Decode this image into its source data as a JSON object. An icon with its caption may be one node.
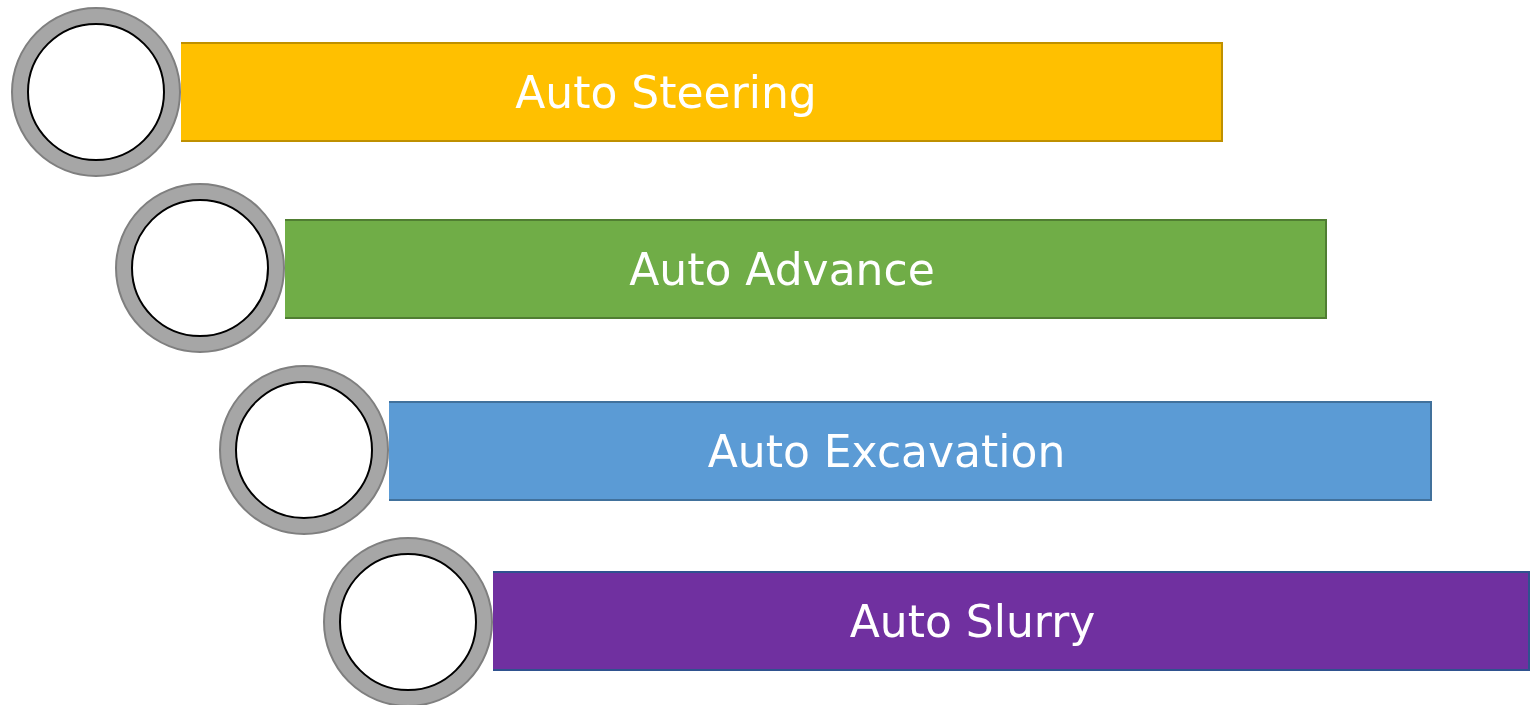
{
  "diagram": {
    "nodes": [
      {
        "text": [
          "Auto Steering"
        ]
      },
      {
        "text": [],
        "shape": "circle"
      },
      {
        "text": [
          "Auto Advance"
        ]
      },
      {
        "text": [],
        "shape": "circle"
      },
      {
        "text": [
          "Auto Excavation"
        ]
      },
      {
        "text": [],
        "shape": "circle"
      },
      {
        "text": [
          "Auto Slurry"
        ]
      },
      {
        "text": [],
        "shape": "circle"
      }
    ]
  }
}
